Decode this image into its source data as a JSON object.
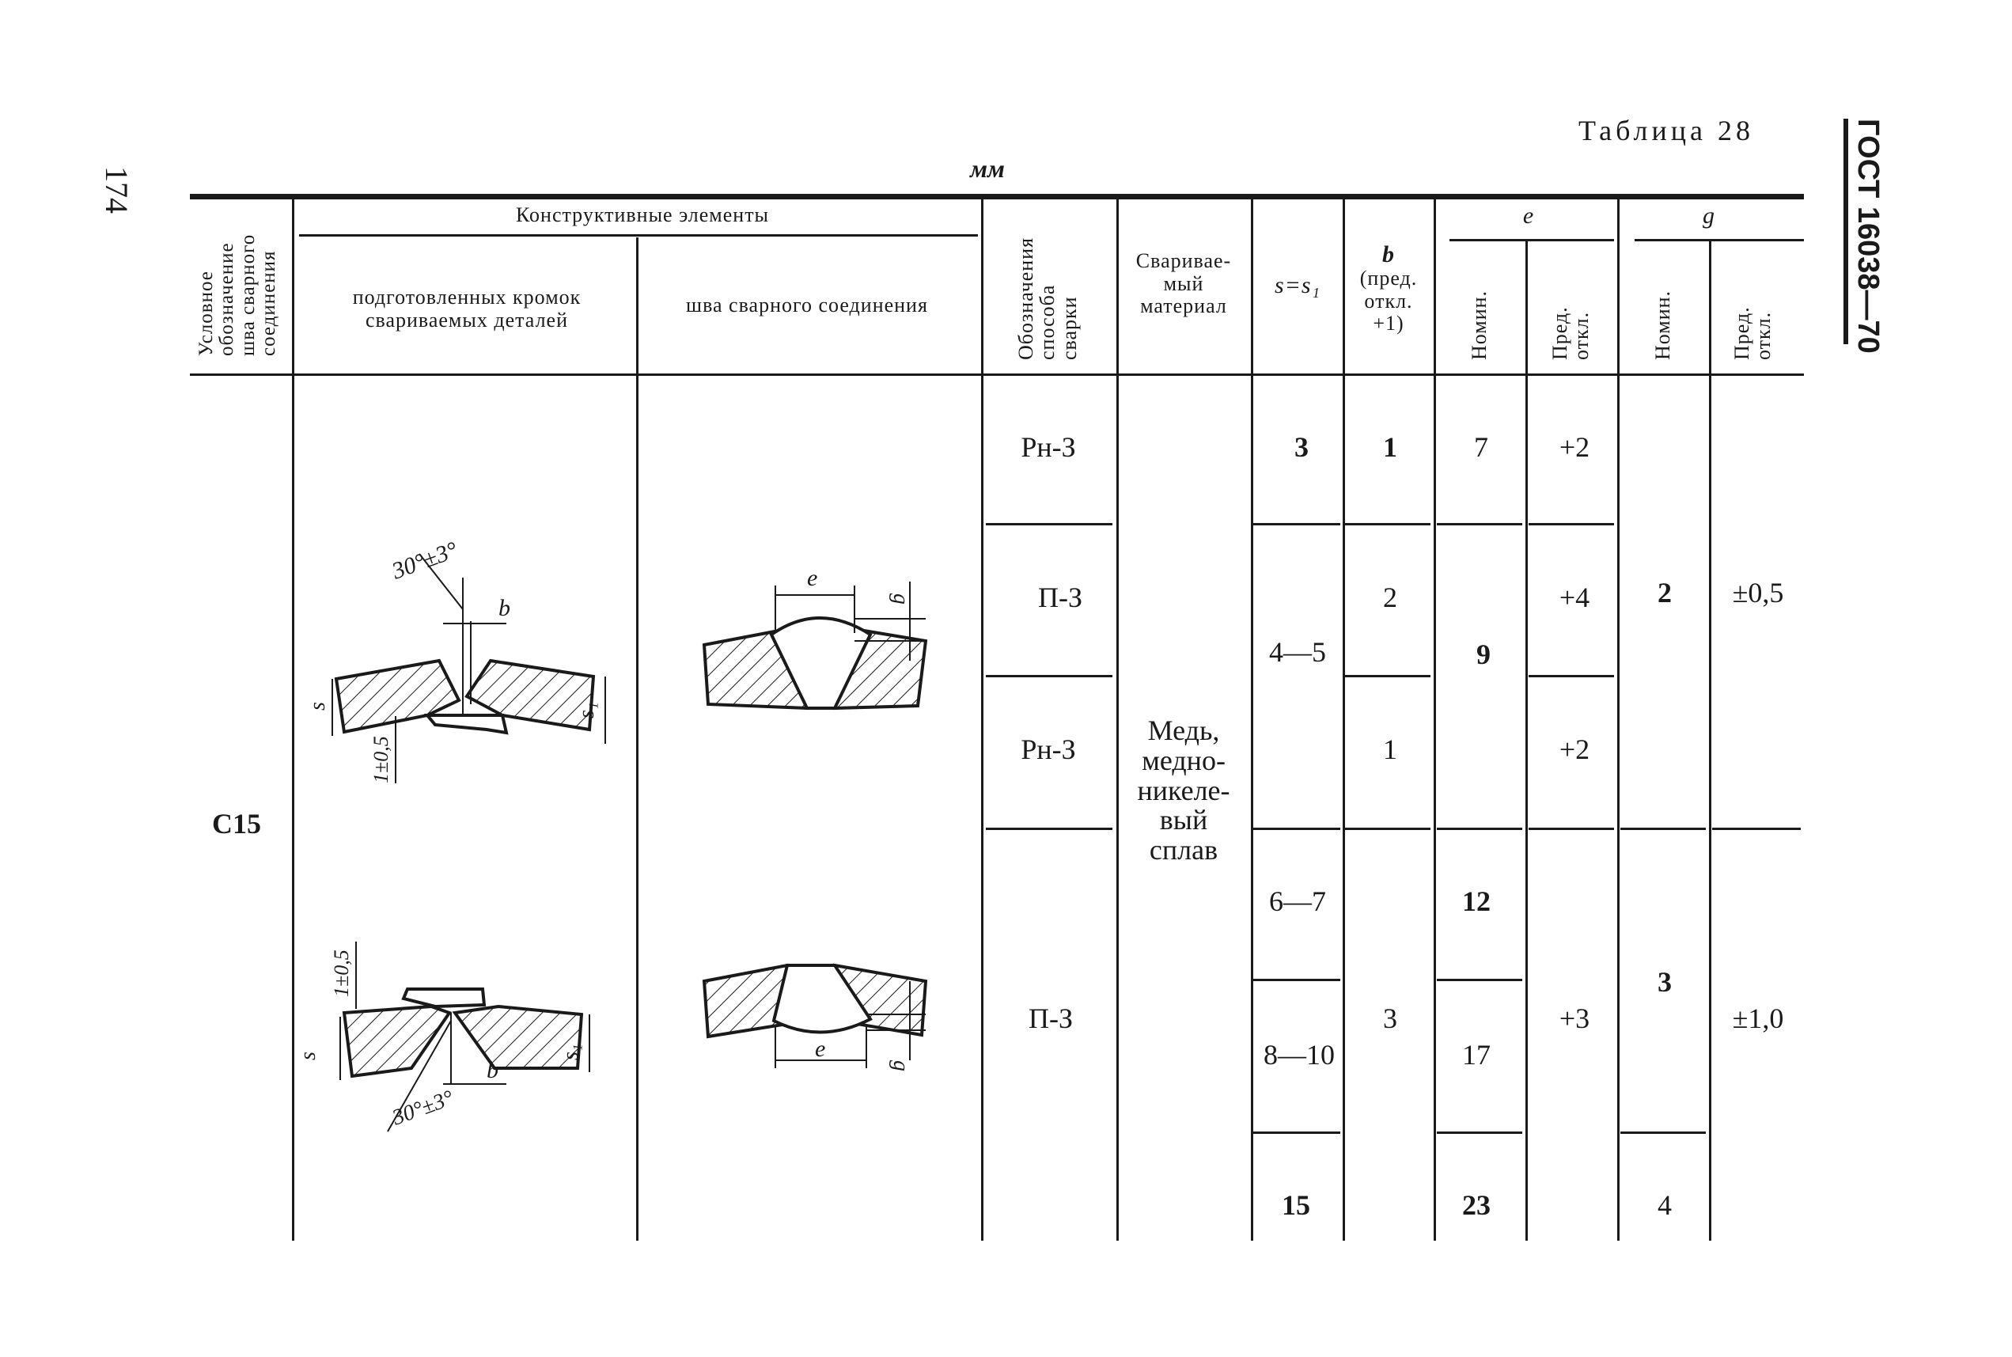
{
  "page": {
    "number": "174",
    "standard": "ГОСТ 16038—70",
    "table_title": "Таблица 28",
    "units": "мм"
  },
  "header": {
    "col_designation": [
      "Условное",
      "обозначение",
      "шва сварного",
      "соединения"
    ],
    "group_elements": "Конструктивные элементы",
    "col_prepared": [
      "подготовленных кромок",
      "свариваемых деталей"
    ],
    "col_weld": "шва сварного соединения",
    "col_method": [
      "Обозначения",
      "способа",
      "сварки"
    ],
    "col_material": [
      "Сваривае-",
      "мый",
      "материал"
    ],
    "col_s": "s=s₁",
    "col_b": [
      "b",
      "(пред.",
      "откл.",
      "+1)"
    ],
    "group_e": "e",
    "group_g": "g",
    "nominal": "Номин.",
    "deviation": [
      "Пред.",
      "откл."
    ]
  },
  "row": {
    "designation": "С15",
    "material": [
      "Медь,",
      "медно-",
      "никеле-",
      "вый",
      "сплав"
    ],
    "methods": [
      "Рн-З",
      "П-З",
      "Рн-З",
      "П-З"
    ],
    "s_values": [
      "3",
      "4—5",
      "6—7",
      "8—10",
      "15"
    ],
    "b_values": [
      "1",
      "2",
      "1",
      "3"
    ],
    "e_nominal": [
      "7",
      "9",
      "12",
      "17",
      "23"
    ],
    "e_deviation": [
      "+2",
      "+4",
      "+2",
      "+3"
    ],
    "g_nominal": [
      "2",
      "3",
      "4"
    ],
    "g_deviation": [
      "±0,5",
      "±1,0"
    ]
  },
  "drawings": {
    "top_angle": "30°±3°",
    "top_gap": "b",
    "top_s": "s",
    "top_s1": "s₁",
    "top_tol": "1±0,5",
    "bottom_tol": "1±0,5",
    "bottom_s": "s",
    "bottom_s1": "s₁",
    "bottom_gap": "b",
    "bottom_angle": "30°±3°",
    "weld_top_e": "e",
    "weld_top_g": "g",
    "weld_bottom_e": "e",
    "weld_bottom_g": "g"
  }
}
